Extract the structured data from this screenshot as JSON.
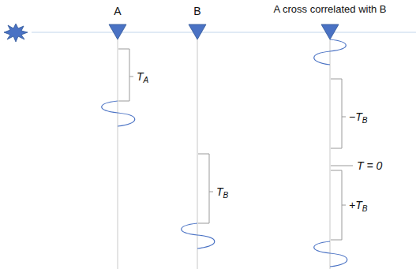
{
  "diagram": {
    "labels": [
      "A",
      "B",
      "A cross correlated with B",
      "TA",
      "TB",
      "−TB",
      "T = 0",
      "+TB"
    ]
  }
}
